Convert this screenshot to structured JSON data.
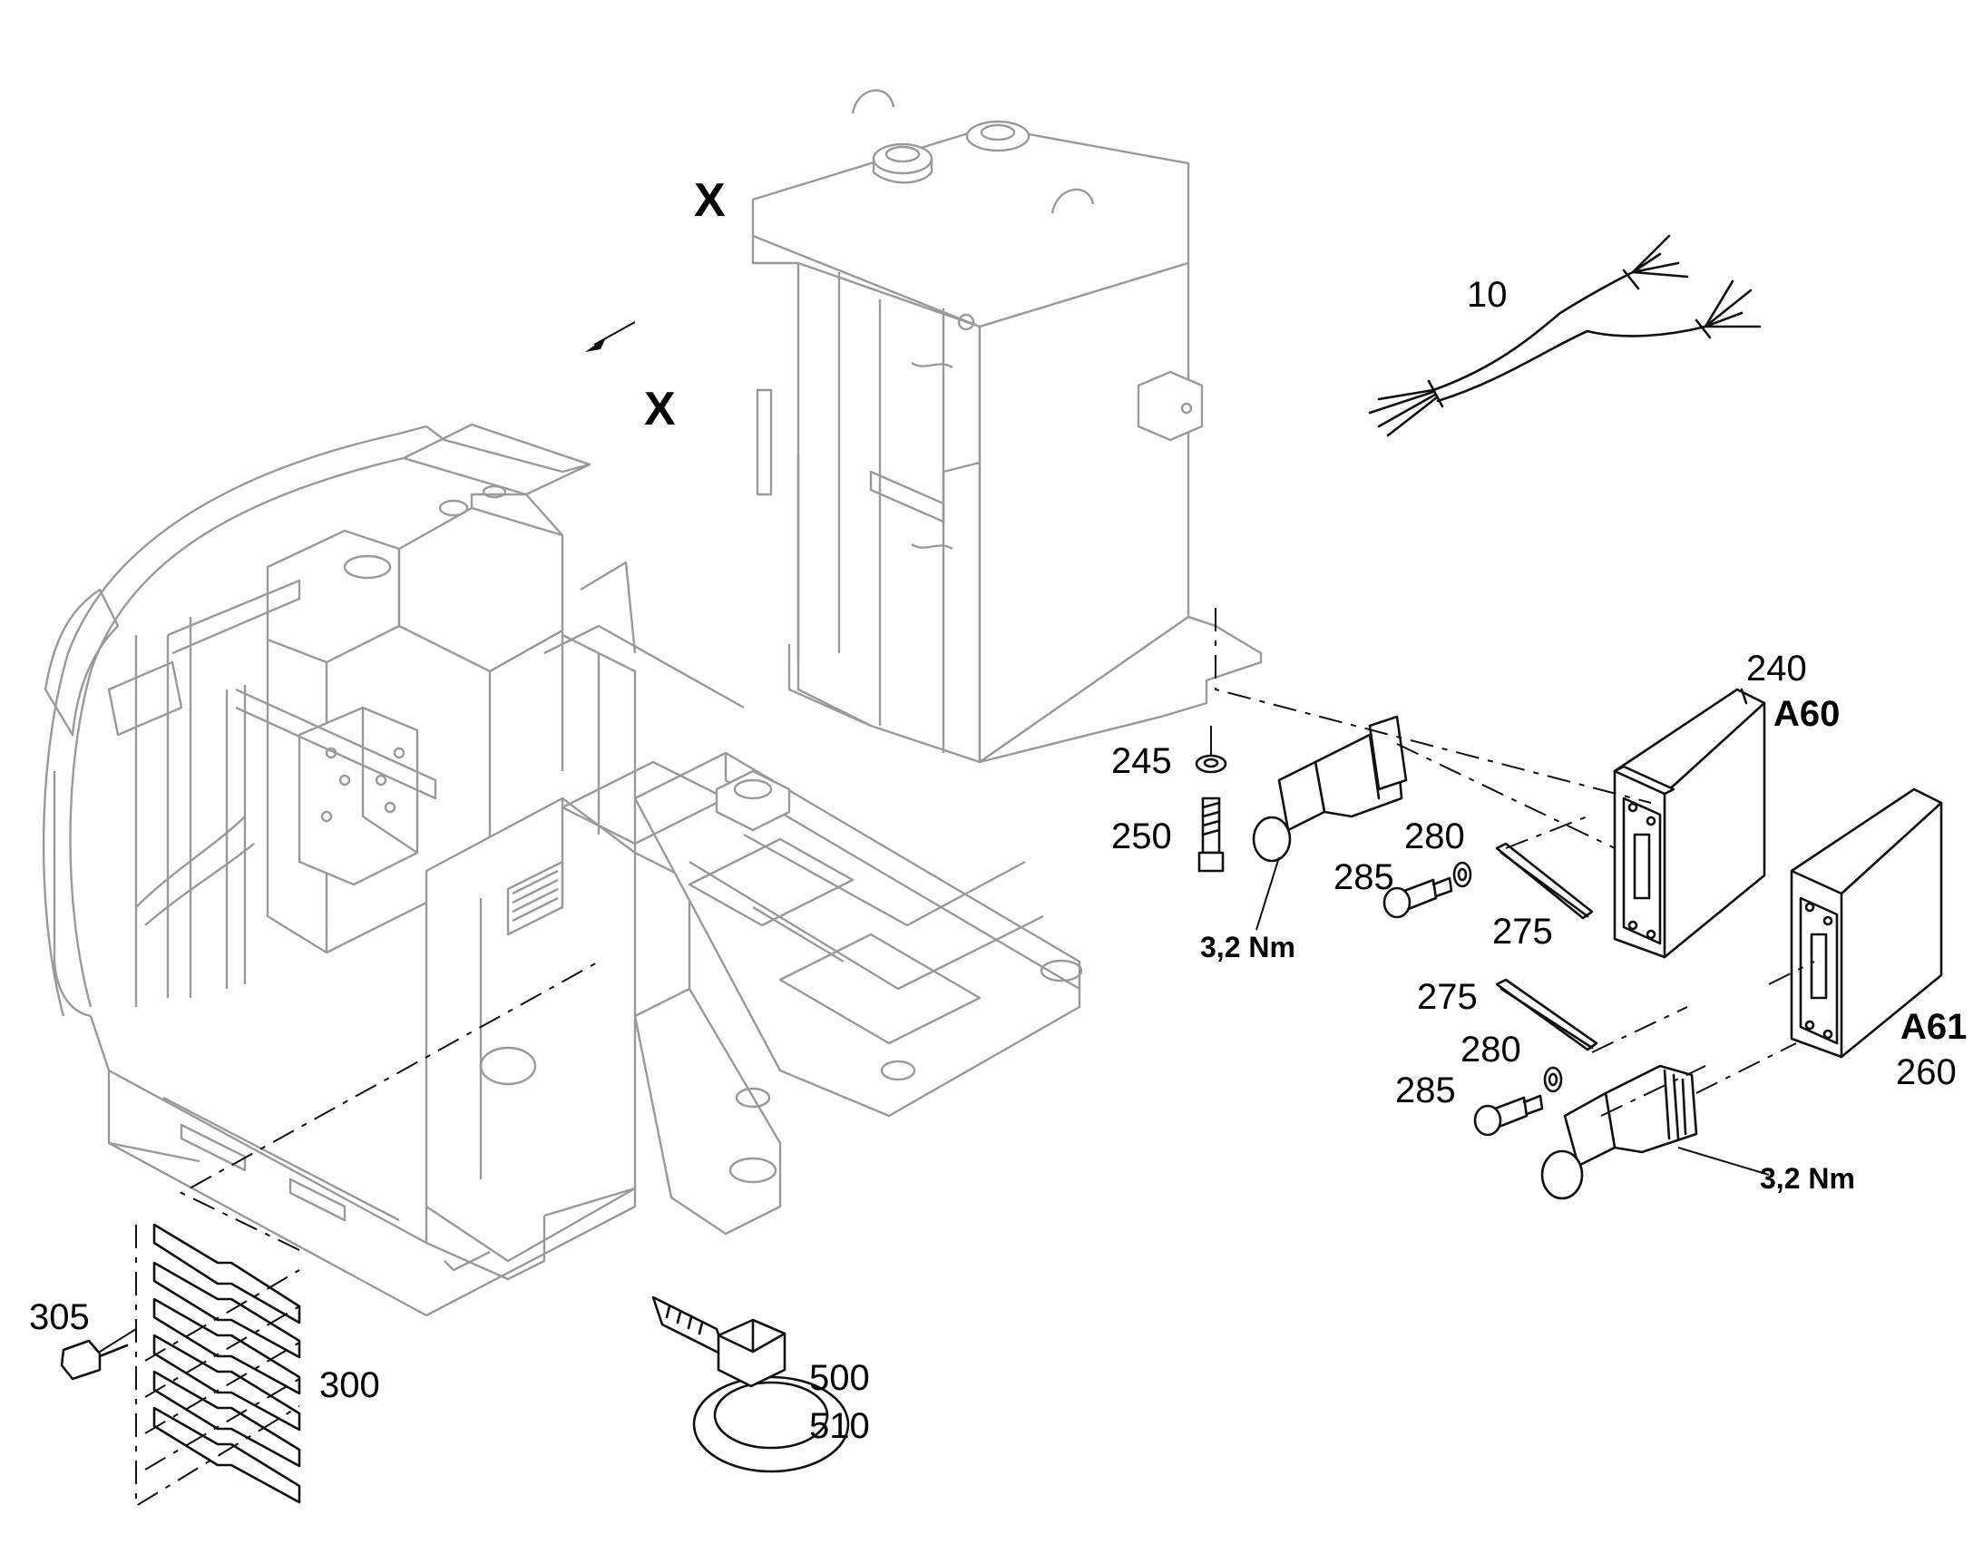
{
  "labels": {
    "p10": "10",
    "p240": "240",
    "a60": "A60",
    "p245": "245",
    "p250": "250",
    "p280a": "280",
    "p285a": "285",
    "p275a": "275",
    "torque_a": "3,2 Nm",
    "p275b": "275",
    "p280b": "280",
    "p285b": "285",
    "a61": "A61",
    "p260": "260",
    "torque_b": "3,2 Nm",
    "p305": "305",
    "p300": "300",
    "p500": "500",
    "p510": "510",
    "view_x_top": "X",
    "view_x_arrow": "X"
  }
}
